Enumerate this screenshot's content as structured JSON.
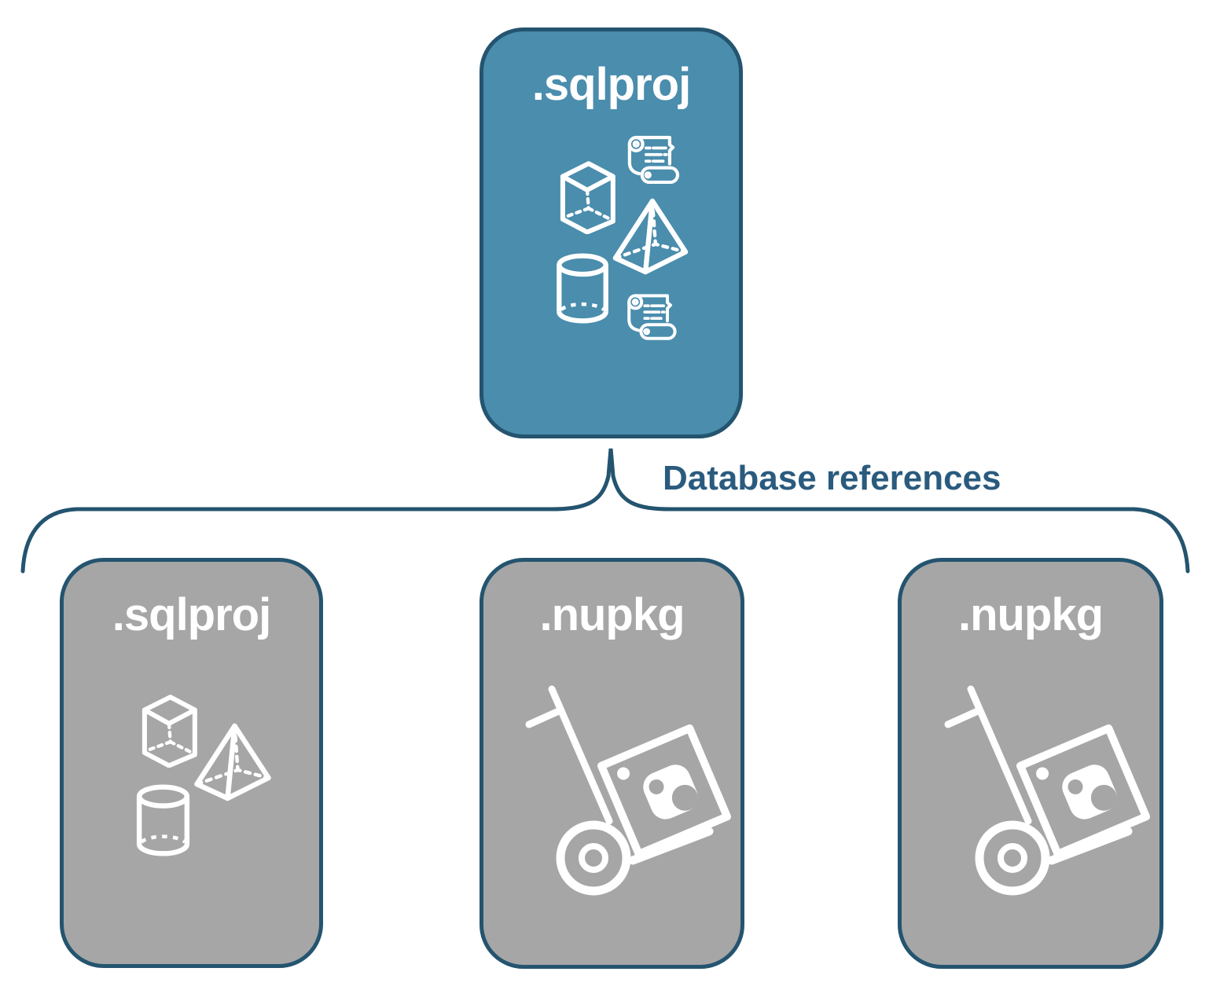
{
  "diagram": {
    "title_hint": "sqlproj database references diagram",
    "connector": {
      "label": "Database references"
    },
    "nodes": [
      {
        "id": "root",
        "label": ".sqlproj",
        "kind": "sql-project",
        "icons": [
          "cube-icon",
          "scroll-icon",
          "pyramid-icon",
          "cylinder-icon",
          "scroll-icon"
        ]
      },
      {
        "id": "child-1",
        "label": ".sqlproj",
        "kind": "sql-project",
        "icons": [
          "cube-icon",
          "pyramid-icon",
          "cylinder-icon"
        ]
      },
      {
        "id": "child-2",
        "label": ".nupkg",
        "kind": "nuget-package",
        "icons": [
          "hand-truck-icon",
          "nuget-package-icon"
        ]
      },
      {
        "id": "child-3",
        "label": ".nupkg",
        "kind": "nuget-package",
        "icons": [
          "hand-truck-icon",
          "nuget-package-icon"
        ]
      }
    ],
    "colors": {
      "root_fill": "#4A8DAD",
      "child_fill": "#A6A6A6",
      "border": "#24546F",
      "label_text": "#FFFFFF",
      "connector": "#24546F",
      "connector_label": "#2A5B7E",
      "page_bg": "#FFFFFF"
    }
  }
}
